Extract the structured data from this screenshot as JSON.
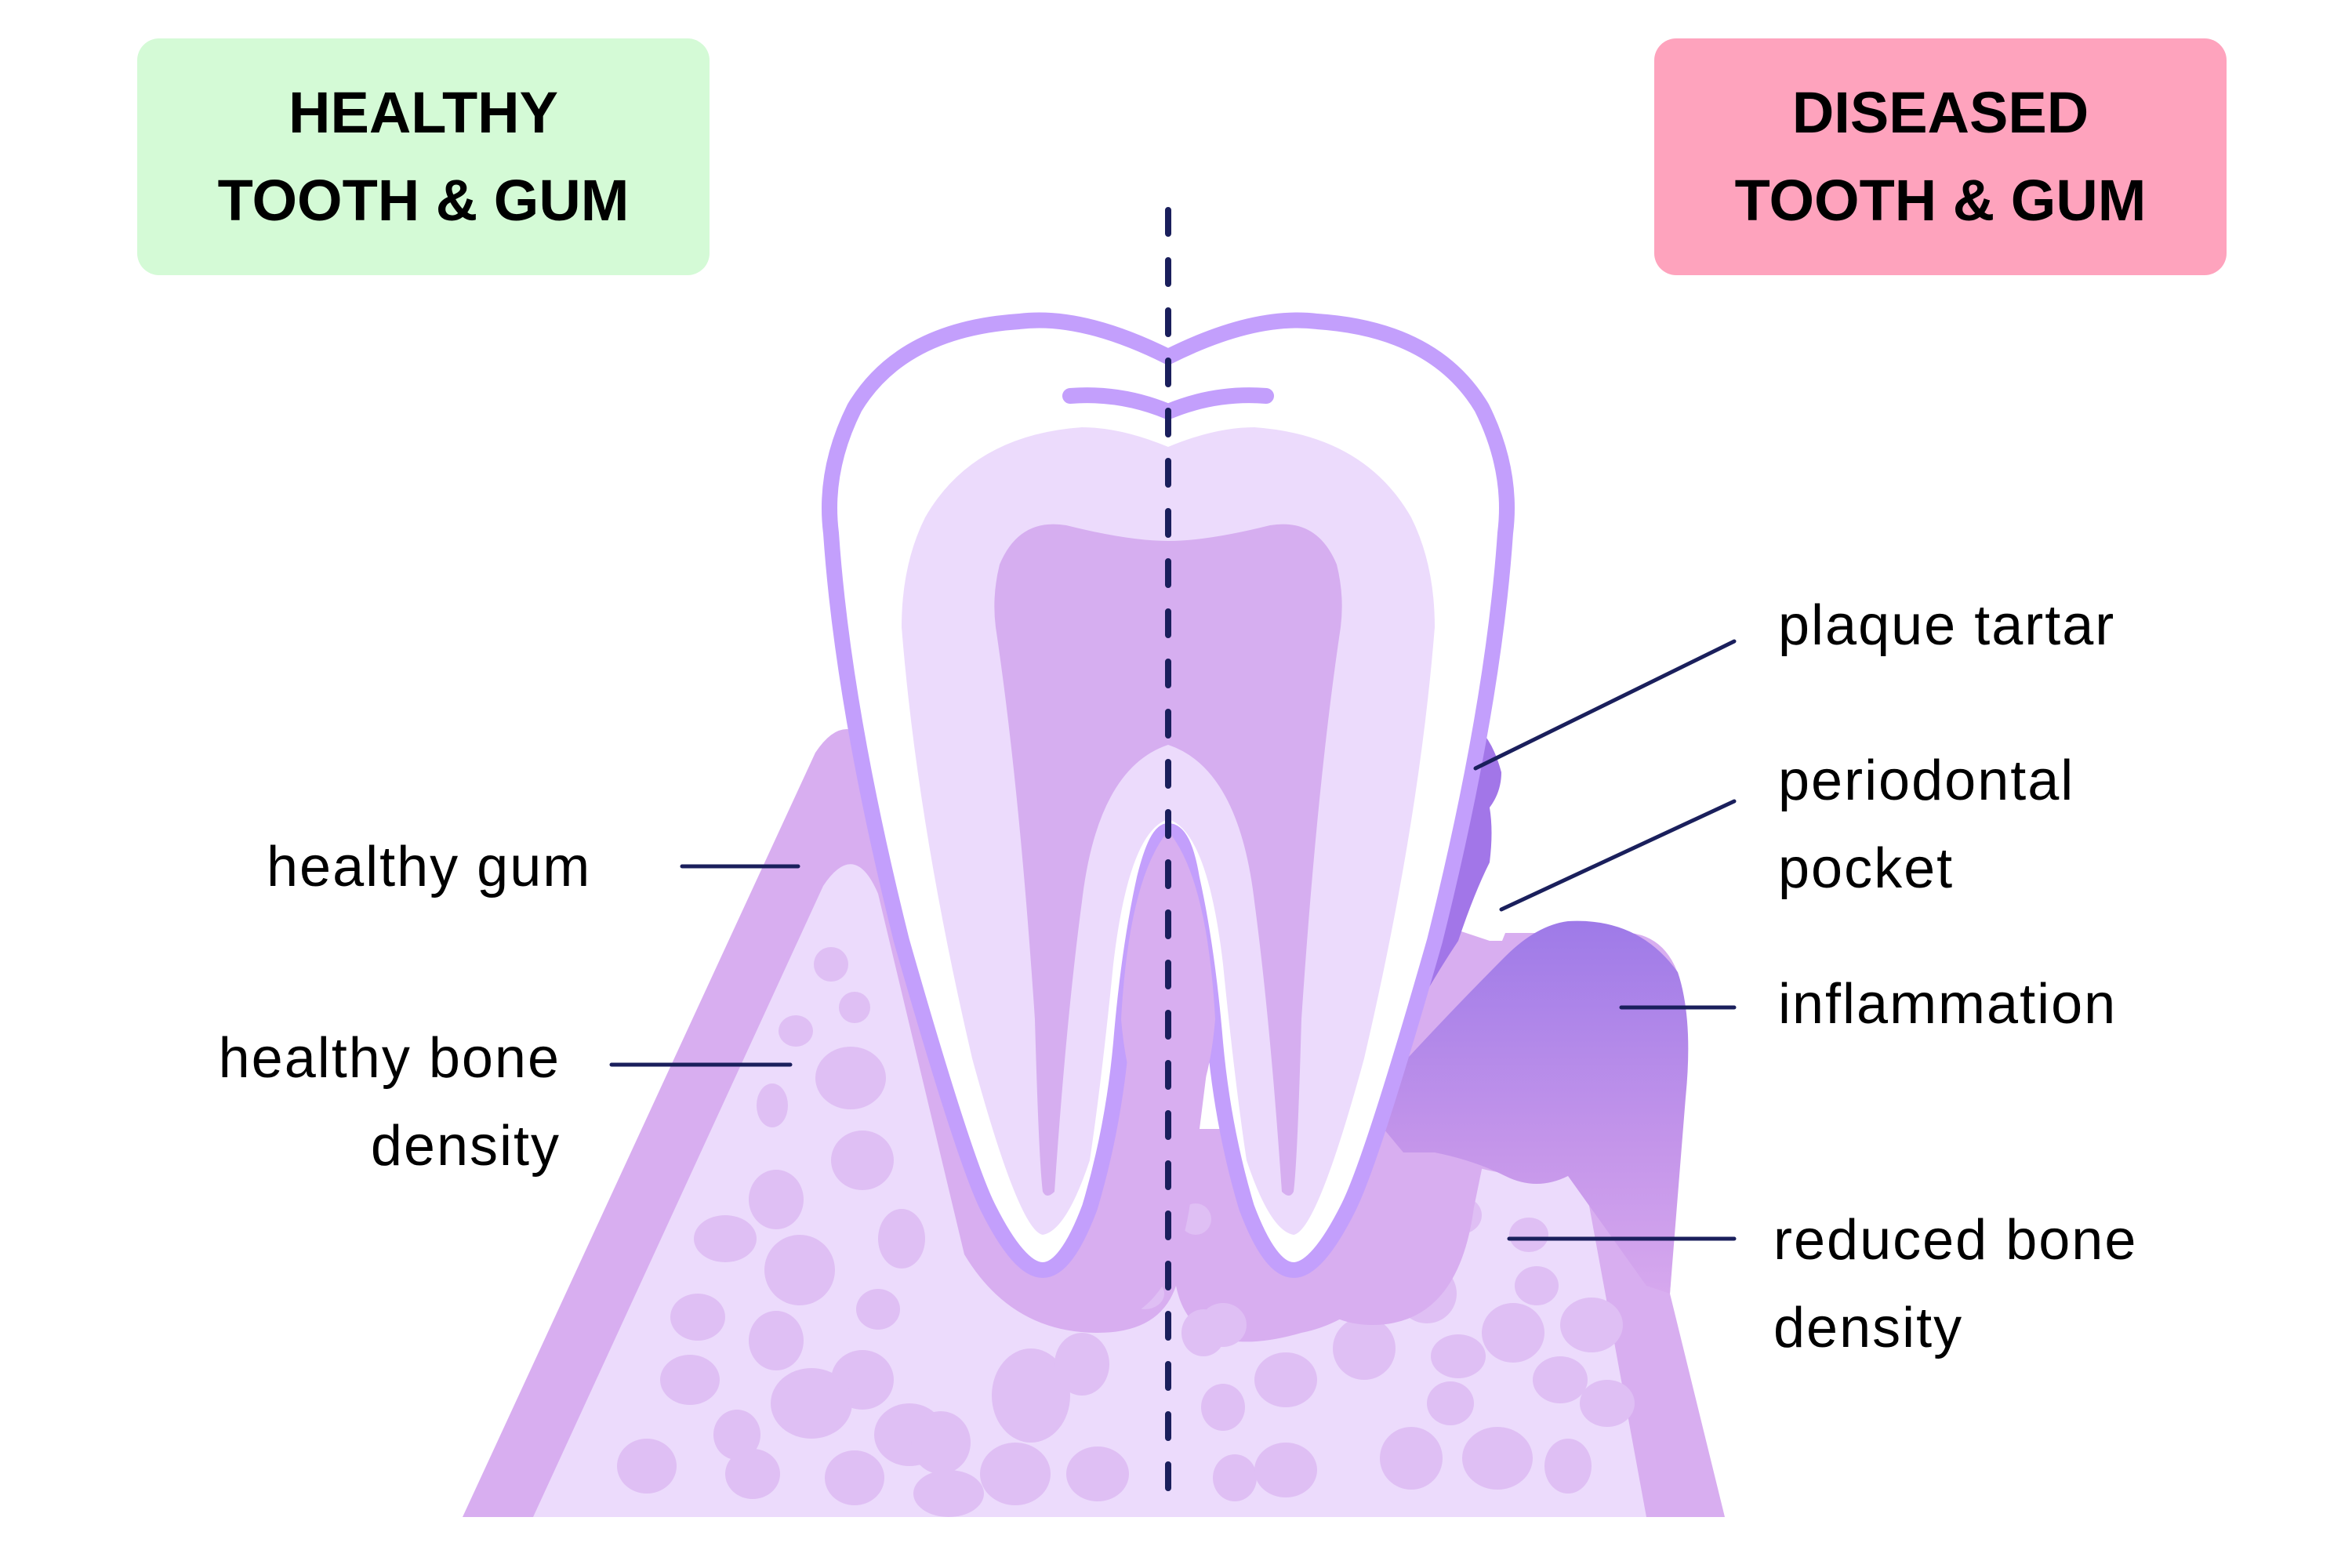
{
  "headers": {
    "healthy": {
      "line1": "HEALTHY",
      "line2": "TOOTH & GUM",
      "bg_color": "#d4fad6"
    },
    "diseased": {
      "line1": "DISEASED",
      "line2": "TOOTH & GUM",
      "bg_color": "#fea3bd"
    }
  },
  "labels": {
    "left": [
      {
        "id": "healthy-gum",
        "lines": [
          "healthy gum"
        ]
      },
      {
        "id": "healthy-bone-density",
        "lines": [
          "healthy bone",
          "density"
        ]
      }
    ],
    "right": [
      {
        "id": "plaque-tartar",
        "lines": [
          "plaque tartar"
        ]
      },
      {
        "id": "periodontal-pocket",
        "lines": [
          "periodontal",
          "pocket"
        ]
      },
      {
        "id": "inflammation",
        "lines": [
          "inflammation"
        ]
      },
      {
        "id": "reduced-bone-density",
        "lines": [
          "reduced bone",
          "density"
        ]
      }
    ]
  },
  "colors": {
    "enamel_outline": "#c39ffc",
    "dentin": "#ecdbfc",
    "pulp": "#d6aef0",
    "gum": "#d8aef0",
    "bone": "#ecdbfc",
    "bone_spots": "#dfbff4",
    "tartar": "#a276e8",
    "inflammation": "#a07ae6",
    "leader_line": "#1a1f5c",
    "divider": "#1a1f5c"
  }
}
